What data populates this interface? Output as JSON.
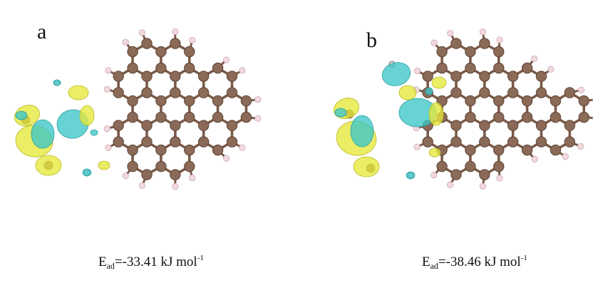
{
  "panels": [
    {
      "letter": "a",
      "energy_symbol": "E",
      "energy_subscript": "ad",
      "energy_value": "=-33.41 kJ mol",
      "energy_superscript": "-1"
    },
    {
      "letter": "b",
      "energy_symbol": "E",
      "energy_subscript": "ad",
      "energy_value": "=-38.46 kJ mol",
      "energy_superscript": "-1"
    }
  ],
  "colors": {
    "carbon": "#8b6a58",
    "hydrogen": "#f2d9df",
    "bond": "#7a5a48",
    "isosurface_yellow": "#e6e83a",
    "isosurface_cyan": "#3cc6c8"
  }
}
